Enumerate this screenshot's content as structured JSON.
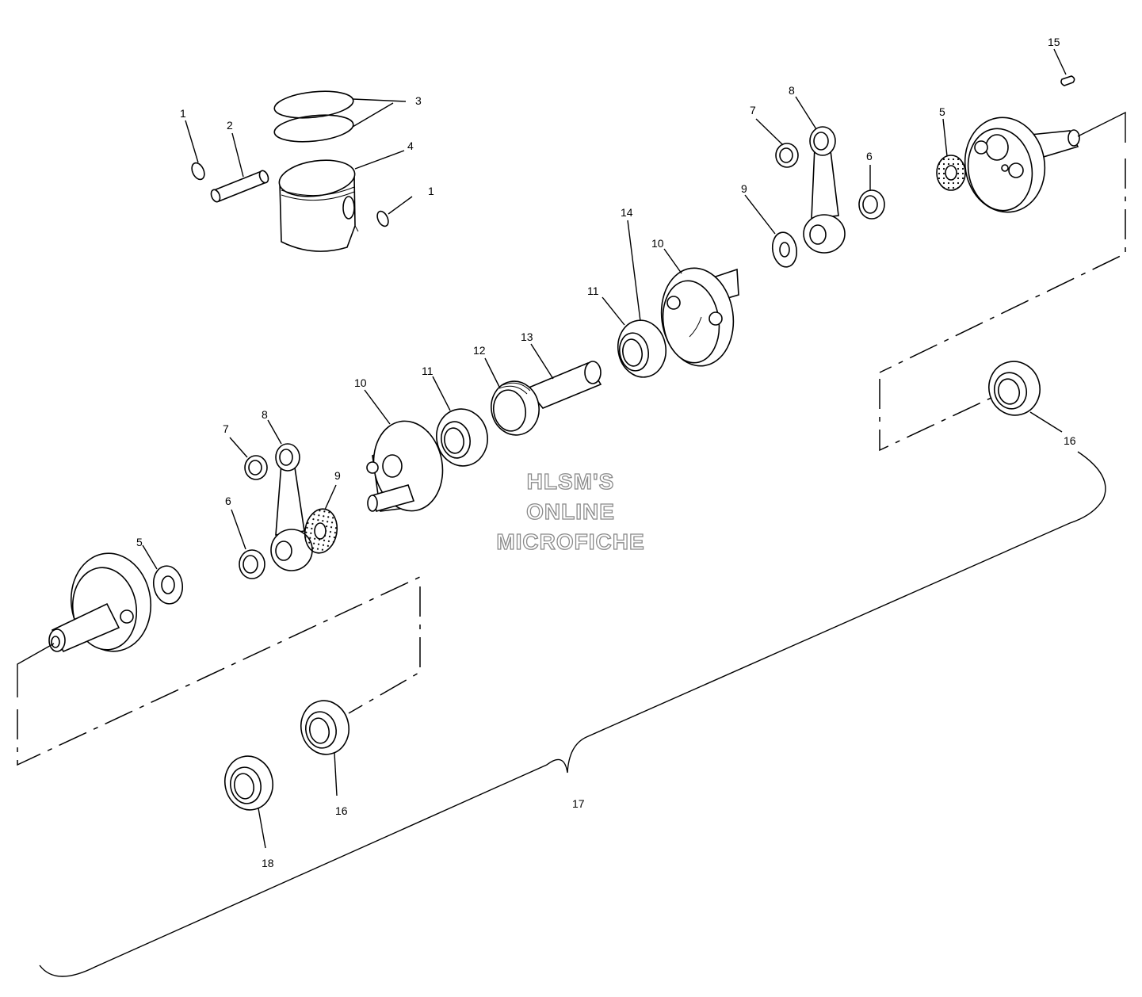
{
  "callouts": {
    "c1a": "1",
    "c1b": "1",
    "c2": "2",
    "c3": "3",
    "c4": "4",
    "c5r": "5",
    "c5l": "5",
    "c6r": "6",
    "c6l": "6",
    "c7r": "7",
    "c7l": "7",
    "c8r": "8",
    "c8l": "8",
    "c9r": "9",
    "c9l": "9",
    "c10r": "10",
    "c10l": "10",
    "c11r": "11",
    "c11l": "11",
    "c12": "12",
    "c13": "13",
    "c14": "14",
    "c15": "15",
    "c16r": "16",
    "c16l": "16",
    "c17": "17",
    "c18": "18"
  },
  "watermark": {
    "line1": "HLSM'S",
    "line2": "ONLINE",
    "line3": "MICROFICHE"
  }
}
